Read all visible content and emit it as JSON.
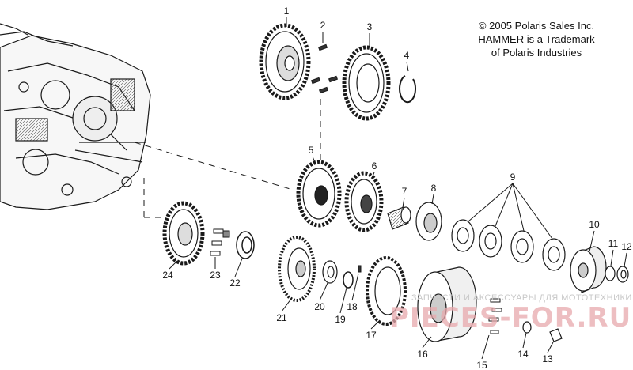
{
  "copyright": {
    "line1": "© 2005 Polaris Sales Inc.",
    "line2": "HAMMER is a Trademark",
    "line3": "of Polaris Industries"
  },
  "callouts": [
    "1",
    "2",
    "3",
    "4",
    "5",
    "6",
    "7",
    "8",
    "9",
    "10",
    "11",
    "12",
    "13",
    "14",
    "15",
    "16",
    "17",
    "18",
    "19",
    "20",
    "21",
    "22",
    "23",
    "24"
  ],
  "watermark": {
    "small": "ЗАПЧАСТИ И АКСЕССУАРЫ ДЛЯ МОТОТЕХНИКИ",
    "large": "PIECES-FOR.RU"
  },
  "colors": {
    "line": "#1a1a1a",
    "watermark": "#e8a9ad"
  }
}
